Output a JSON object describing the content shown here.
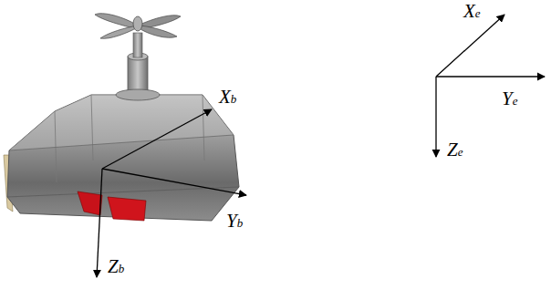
{
  "diagram": {
    "labels": [
      "Xb",
      "Yb",
      "Zb",
      "Xe",
      "Ye",
      "Ze"
    ]
  }
}
